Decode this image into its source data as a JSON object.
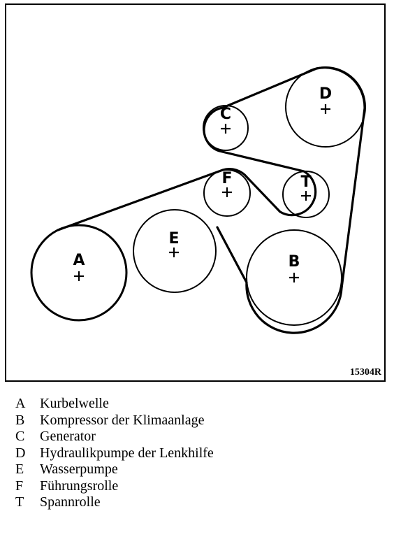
{
  "diagram": {
    "reference_code": "15304R",
    "pulleys": [
      {
        "id": "A",
        "label": "A"
      },
      {
        "id": "B",
        "label": "B"
      },
      {
        "id": "C",
        "label": "C"
      },
      {
        "id": "D",
        "label": "D"
      },
      {
        "id": "E",
        "label": "E"
      },
      {
        "id": "F",
        "label": "F"
      },
      {
        "id": "T",
        "label": "T"
      }
    ]
  },
  "legend": [
    {
      "key": "A",
      "description": "Kurbelwelle"
    },
    {
      "key": "B",
      "description": "Kompressor der Klimaanlage"
    },
    {
      "key": "C",
      "description": "Generator"
    },
    {
      "key": "D",
      "description": "Hydraulikpumpe der Lenkhilfe"
    },
    {
      "key": "E",
      "description": "Wasserpumpe"
    },
    {
      "key": "F",
      "description": "Führungsrolle"
    },
    {
      "key": "T",
      "description": "Spannrolle"
    }
  ]
}
